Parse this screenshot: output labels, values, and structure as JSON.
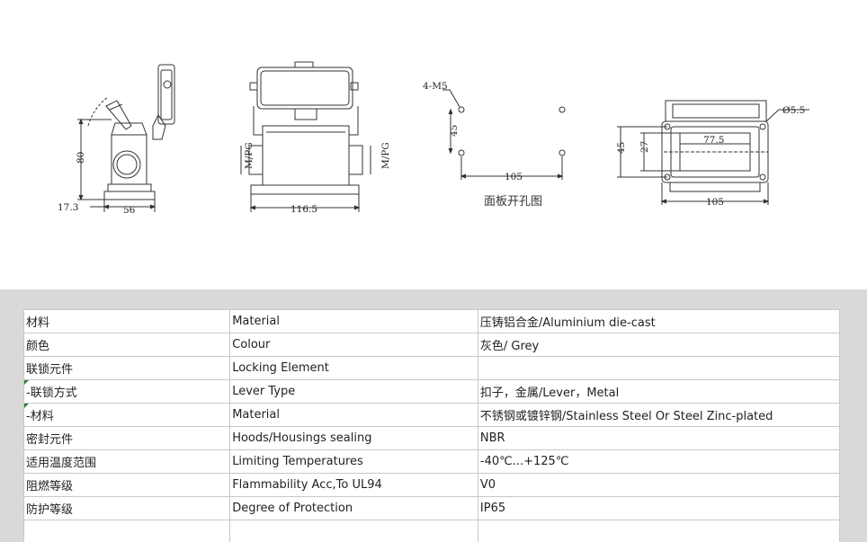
{
  "drawing": {
    "side_view": {
      "dim_height": "80",
      "dim_offset": "17.3",
      "dim_base_width": "56"
    },
    "front_view": {
      "thread_left": "M/PG",
      "thread_right": "M/PG",
      "dim_width": "116.5"
    },
    "panel_cutout": {
      "hole_label": "4-M5",
      "dim_vertical": "45",
      "dim_horizontal": "105",
      "caption": "面板开孔图"
    },
    "top_view": {
      "dim_hole": "Ø5.5",
      "dim_outer_height": "45",
      "dim_inner_height": "27",
      "dim_inner_width": "77.5",
      "dim_width": "105"
    }
  },
  "spec_table": {
    "rows": [
      {
        "cn": "材料",
        "en": "Material",
        "value": "压铸铝合金/Aluminium die-cast"
      },
      {
        "cn": "颜色",
        "en": "Colour",
        "value": "灰色/ Grey"
      },
      {
        "cn": "联锁元件",
        "en": "Locking Element",
        "value": ""
      },
      {
        "cn": " -联锁方式",
        "en": "Lever Type",
        "value": "扣子，金属/Lever，Metal"
      },
      {
        "cn": " -材料",
        "en": "Material",
        "value": "不锈钢或镀锌钢/Stainless Steel Or Steel Zinc-plated"
      },
      {
        "cn": "密封元件",
        "en": "Hoods/Housings sealing",
        "value": "NBR"
      },
      {
        "cn": "适用温度范围",
        "en": "Limiting Temperatures",
        "value": "-40℃...+125℃"
      },
      {
        "cn": "阻燃等级",
        "en": "Flammability Acc,To UL94",
        "value": "V0"
      },
      {
        "cn": "防护等级",
        "en": "Degree of Protection",
        "value": "IP65"
      }
    ]
  }
}
